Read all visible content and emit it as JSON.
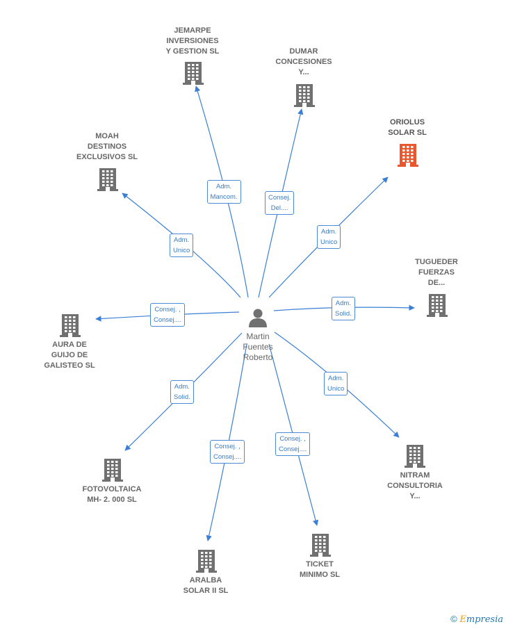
{
  "center": {
    "name": "Martin\nFuentes\nRoberto",
    "icon": "person-icon"
  },
  "colors": {
    "line": "#3a7fd5",
    "building": "#707070",
    "highlight": "#e8572d"
  },
  "companies": [
    {
      "id": "jemarpe",
      "name": "JEMARPE\nINVERSIONES\nY GESTION  SL",
      "relation": "Adm.\nMancom.",
      "highlight": false
    },
    {
      "id": "dumar",
      "name": "DUMAR\nCONCESIONES\nY...",
      "relation": "Consej.\nDel....",
      "highlight": false
    },
    {
      "id": "oriolus",
      "name": "ORIOLUS\nSOLAR  SL",
      "relation": "Adm.\nUnico",
      "highlight": true
    },
    {
      "id": "moah",
      "name": "MOAH\nDESTINOS\nEXCLUSIVOS SL",
      "relation": "Adm.\nUnico",
      "highlight": false
    },
    {
      "id": "tugueder",
      "name": "TUGUEDER\nFUERZAS\nDE...",
      "relation": "Adm.\nSolid.",
      "highlight": false
    },
    {
      "id": "aura",
      "name": "AURA DE\nGUIJO DE\nGALISTEO SL",
      "relation": "Consej. ,\nConsej....",
      "highlight": false
    },
    {
      "id": "nitram",
      "name": "NITRAM\nCONSULTORIA\nY...",
      "relation": "Adm.\nUnico",
      "highlight": false
    },
    {
      "id": "fotovoltaica",
      "name": "FOTOVOLTAICA\nMH- 2. 000 SL",
      "relation": "Adm.\nSolid.",
      "highlight": false
    },
    {
      "id": "aralba",
      "name": "ARALBA\nSOLAR II SL",
      "relation": "Consej. ,\nConsej....",
      "highlight": false
    },
    {
      "id": "ticket",
      "name": "TICKET\nMINIMO  SL",
      "relation": "Consej. ,\nConsej....",
      "highlight": false
    }
  ],
  "watermark": {
    "symbol": "©",
    "brand_initial": "E",
    "brand_rest": "mpresia"
  }
}
